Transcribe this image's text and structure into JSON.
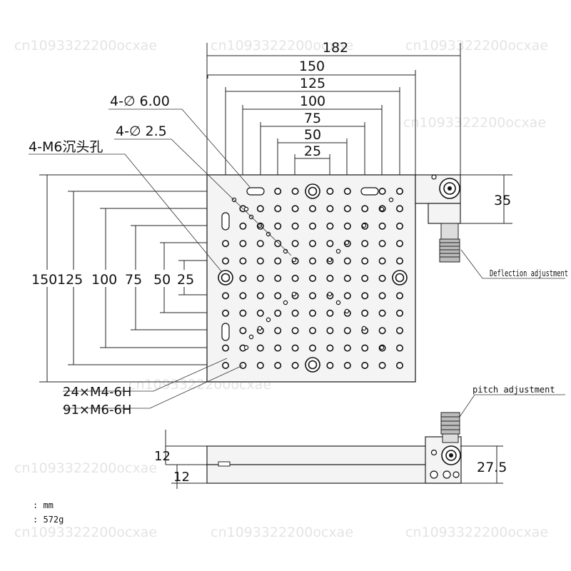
{
  "title_dim": "182",
  "top_dims": [
    "150",
    "125",
    "100",
    "75",
    "50",
    "25"
  ],
  "left_dims": [
    "150",
    "125",
    "100",
    "75",
    "50",
    "25"
  ],
  "right_dim": "35",
  "callouts": {
    "hole_6": "4-∅ 6.00",
    "hole_25": "4-∅ 2.5",
    "counterbore": "4-M6沉头孔",
    "m4": "24×M4-6H",
    "m6": "91×M6-6H",
    "deflection": "Deflection adjustment",
    "pitch": "pitch adjustment"
  },
  "side_dims": {
    "a": "12",
    "b": "12",
    "height": "27.5"
  },
  "specs": {
    "unit": ": mm",
    "weight": ": 572g"
  },
  "watermark": "cn1093322200ocxae",
  "colors": {
    "line": "#222222",
    "plate": "#f4f4f4",
    "watermark": "#cfcfcf"
  }
}
